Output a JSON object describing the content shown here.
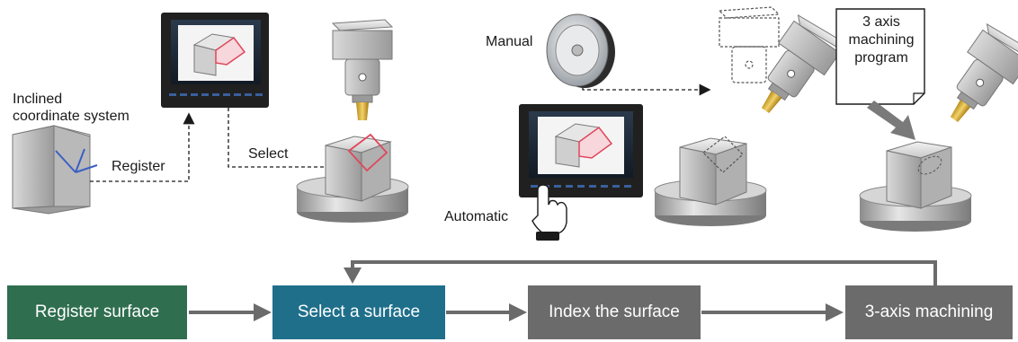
{
  "labels": {
    "inclined_coordinate_system": [
      "Inclined",
      "coordinate system"
    ],
    "register": "Register",
    "select": "Select",
    "manual": "Manual",
    "automatic": "Automatic",
    "program_note": [
      "3 axis",
      "machining",
      "program"
    ]
  },
  "steps": [
    {
      "label": "Register surface",
      "color": "#2f6e4f"
    },
    {
      "label": "Select a surface",
      "color": "#1f6f8b"
    },
    {
      "label": "Index the surface",
      "color": "#6b6b6b"
    },
    {
      "label": "3-axis machining",
      "color": "#6b6b6b"
    }
  ],
  "colors": {
    "arrow": "#6b6b6b",
    "accent_red": "#e0465a",
    "axis_blue": "#3b5fc4",
    "metal": "#c8c8c8",
    "screen": "#1e2a38"
  }
}
